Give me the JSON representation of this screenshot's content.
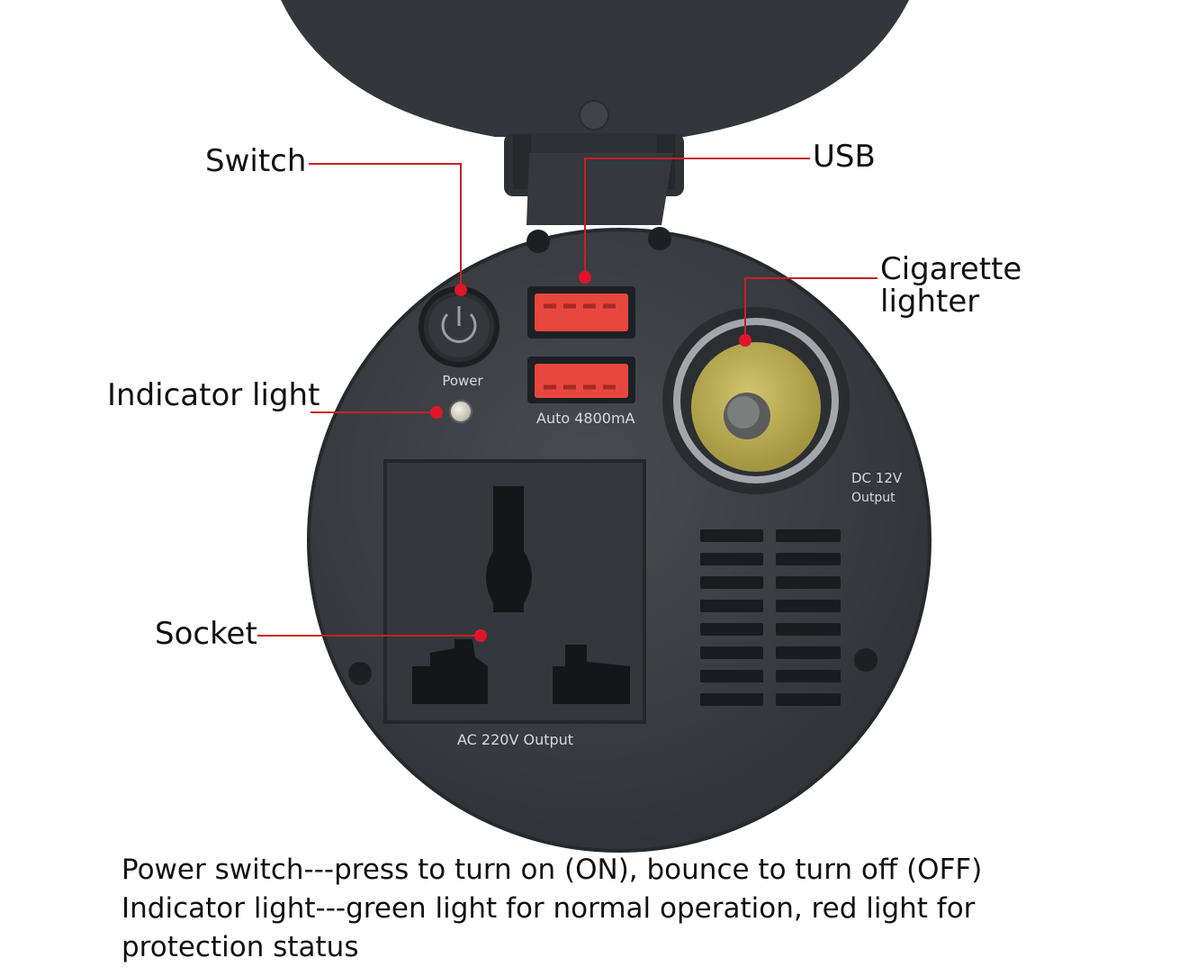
{
  "callouts": {
    "switch": "Switch",
    "usb": "USB",
    "cigarette_line1": "Cigarette",
    "cigarette_line2": "lighter",
    "indicator": "Indicator light",
    "socket": "Socket"
  },
  "device_labels": {
    "power": "Power",
    "usb_spec": "Auto 4800mA",
    "dc_line1": "DC 12V",
    "dc_line2": "Output",
    "ac_output": "AC 220V Output"
  },
  "description": {
    "line1": "Power switch---press to turn on (ON), bounce to turn off (OFF)",
    "line2": "Indicator light---green light for normal operation, red light for",
    "line3": "protection status"
  },
  "colors": {
    "body": "#3a3d41",
    "leader": "#c8202a",
    "usb_port": "#e8473f",
    "lighter_yellow": "#c9b85c"
  }
}
